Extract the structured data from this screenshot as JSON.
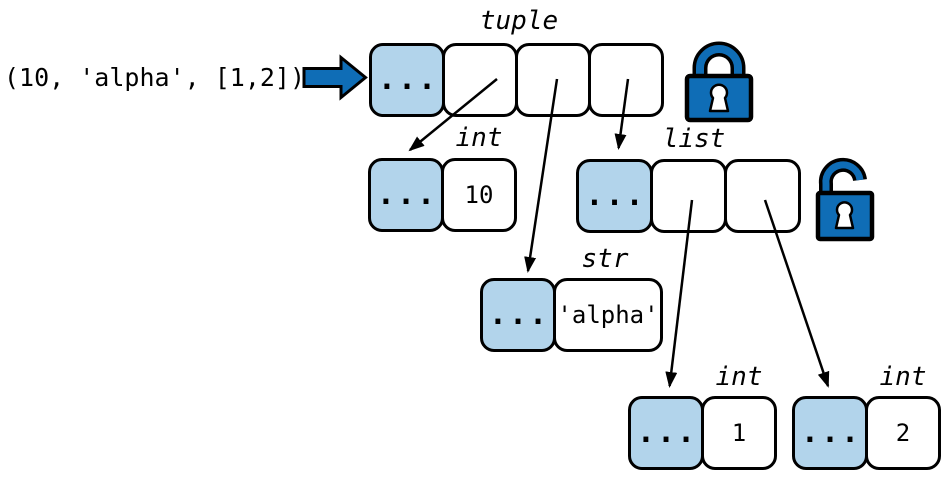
{
  "source": {
    "expression": "(10, 'alpha', [1,2])"
  },
  "colors": {
    "accent_blue": "#0f6db6",
    "cell_fill_blue": "#b2d4eb",
    "outline_black": "#000000",
    "background": "#ffffff"
  },
  "icons": {
    "assignment_arrow": "right-arrow",
    "tuple_lock": "closed-padlock",
    "list_lock": "open-padlock"
  },
  "objects": {
    "tuple": {
      "type_label": "tuple",
      "cells": [
        "...",
        "",
        "",
        ""
      ],
      "immutable": "closed-padlock"
    },
    "int10": {
      "type_label": "int",
      "cells": [
        "...",
        "10"
      ]
    },
    "list": {
      "type_label": "list",
      "cells": [
        "...",
        "",
        ""
      ],
      "mutable": "open-padlock"
    },
    "str_alpha": {
      "type_label": "str",
      "cells": [
        "...",
        "'alpha'"
      ]
    },
    "int1": {
      "type_label": "int",
      "cells": [
        "...",
        "1"
      ]
    },
    "int2": {
      "type_label": "int",
      "cells": [
        "...",
        "2"
      ]
    }
  }
}
